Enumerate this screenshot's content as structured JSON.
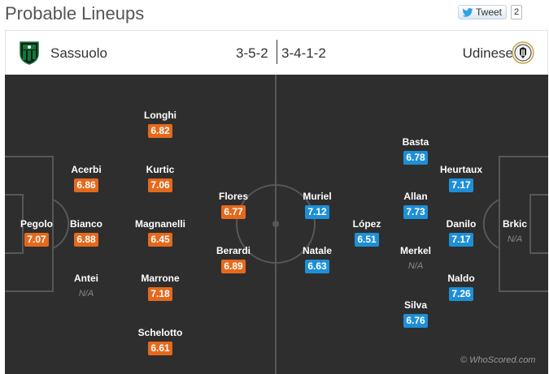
{
  "title": "Probable Lineups",
  "tweet": {
    "label": "Tweet",
    "count": "2"
  },
  "home": {
    "name": "Sassuolo",
    "formation": "3-5-2",
    "color": "#e5691c",
    "players": [
      {
        "name": "Longhi",
        "rating": "6.82"
      },
      {
        "name": "Acerbi",
        "rating": "6.86"
      },
      {
        "name": "Kurtic",
        "rating": "7.06"
      },
      {
        "name": "Flores",
        "rating": "6.77"
      },
      {
        "name": "Pegolo",
        "rating": "7.07"
      },
      {
        "name": "Bianco",
        "rating": "6.88"
      },
      {
        "name": "Magnanelli",
        "rating": "6.45"
      },
      {
        "name": "Berardi",
        "rating": "6.89"
      },
      {
        "name": "Antei",
        "rating": "N/A"
      },
      {
        "name": "Marrone",
        "rating": "7.18"
      },
      {
        "name": "Schelotto",
        "rating": "6.61"
      }
    ]
  },
  "away": {
    "name": "Udinese",
    "formation": "3-4-1-2",
    "color": "#1e8fd6",
    "players": [
      {
        "name": "Basta",
        "rating": "6.78"
      },
      {
        "name": "Heurtaux",
        "rating": "7.17"
      },
      {
        "name": "Muriel",
        "rating": "7.12"
      },
      {
        "name": "Allan",
        "rating": "7.73"
      },
      {
        "name": "López",
        "rating": "6.51"
      },
      {
        "name": "Danilo",
        "rating": "7.17"
      },
      {
        "name": "Brkic",
        "rating": "N/A"
      },
      {
        "name": "Natale",
        "rating": "6.63"
      },
      {
        "name": "Merkel",
        "rating": "N/A"
      },
      {
        "name": "Naldo",
        "rating": "7.26"
      },
      {
        "name": "Silva",
        "rating": "6.76"
      }
    ]
  },
  "credit": "© WhoScored.com"
}
